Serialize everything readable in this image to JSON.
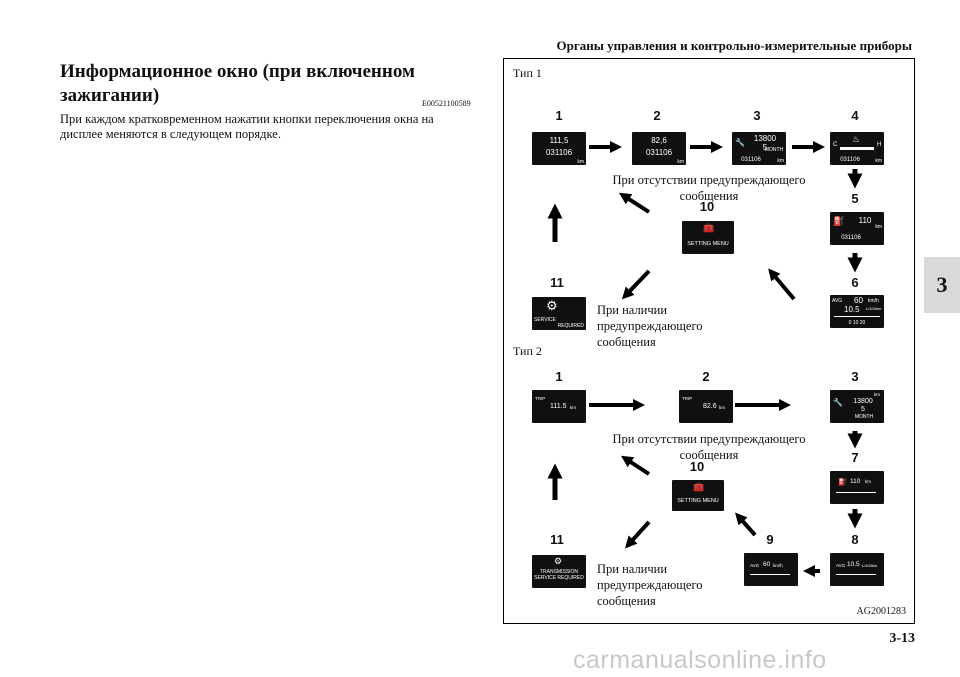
{
  "header": "Органы управления и контрольно-измерительные приборы",
  "section_title_line1": "Информационное окно (при включенном",
  "section_title_line2": "зажигании)",
  "section_code": "E00521100589",
  "body_text": "При каждом кратковременном нажатии кнопки переключения окна на дисплее меняются в следующем порядке.",
  "chapter_tab": "3",
  "page_number": "3-13",
  "figure": {
    "code": "AG2001283",
    "type1": {
      "label": "Тип 1",
      "nums": [
        "1",
        "2",
        "3",
        "4",
        "5",
        "6",
        "10",
        "11"
      ],
      "caption_no_warning": "При отсутствии предупреждающего сообщения",
      "caption_warning": "При наличии предупреждающего сообщения",
      "displays": {
        "d1_top": "111,5",
        "d1_bottom": "031106",
        "d1_unit": "km",
        "d2_top": "82,6",
        "d2_bottom": "031106",
        "d2_unit": "km",
        "d3_top": "13800",
        "d3_mid": "5",
        "d3_month": "MONTH",
        "d3_bottom": "031106",
        "d3_unit": "km",
        "d4_c": "C",
        "d4_h": "H",
        "d4_bottom": "031106",
        "d4_unit": "km",
        "d5_top": "110",
        "d5_unit": "km",
        "d5_bottom": "031106",
        "d6_avg": "AVG",
        "d6_speed": "60",
        "d6_speed_unit": "km/h",
        "d6_cons": "10.5",
        "d6_cons_unit": "L/100km",
        "d6_scale": "0    10    20",
        "d10": "SETTING MENU",
        "d11_line1": "SERVICE",
        "d11_line2": "REQUIRED"
      }
    },
    "type2": {
      "label": "Тип 2",
      "nums": [
        "1",
        "2",
        "3",
        "7",
        "8",
        "9",
        "10",
        "11"
      ],
      "caption_no_warning": "При отсутствии предупреждающего сообщения",
      "caption_warning": "При наличии предупреждающего сообщения",
      "displays": {
        "d1_trip": "TRIP",
        "d1_val": "111.5",
        "d1_unit": "km",
        "d2_trip": "TRIP",
        "d2_val": "82.6",
        "d2_unit": "km",
        "d3_top": "13800",
        "d3_mid": "5",
        "d3_month": "MONTH",
        "d3_unit": "km",
        "d7_val": "110",
        "d7_unit": "km",
        "d8_avg": "AVG",
        "d8_val": "10.5",
        "d8_unit": "L/100km",
        "d9_avg": "AVG",
        "d9_val": "60",
        "d9_unit": "km/h",
        "d10": "SETTING MENU",
        "d11_line1": "TRANSMISSION",
        "d11_line2": "SERVICE REQUIRED"
      }
    }
  },
  "watermark": "carmanualsonline.info"
}
